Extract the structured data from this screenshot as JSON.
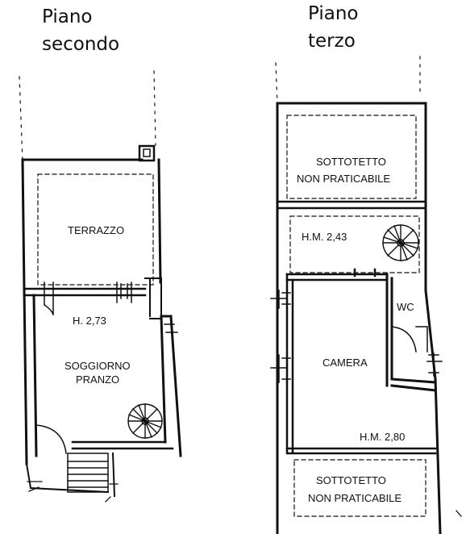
{
  "headings": {
    "left": {
      "line1": "Piano",
      "line2": "secondo"
    },
    "right": {
      "line1": "Piano",
      "line2": "terzo"
    }
  },
  "left_plan": {
    "terrace_label": "TERRAZZO",
    "height_label": "H. 2,73",
    "room_label_line1": "SOGGIORNO",
    "room_label_line2": "PRANZO"
  },
  "right_plan": {
    "attic_top_line1": "SOTTOTETTO",
    "attic_top_line2": "NON PRATICABILE",
    "height_small_room": "H.M. 2,43",
    "wc_label": "WC",
    "room_label": "CAMERA",
    "height_room": "H.M. 2,80",
    "attic_bottom_line1": "SOTTOTETTO",
    "attic_bottom_line2": "NON PRATICABILE"
  },
  "colors": {
    "ink": "#111111",
    "background": "#ffffff"
  }
}
